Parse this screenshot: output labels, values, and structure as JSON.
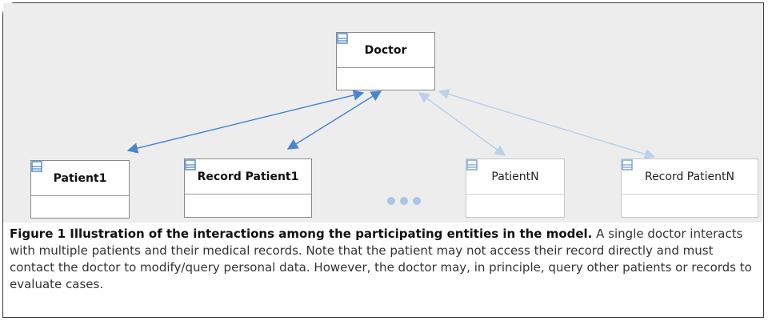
{
  "diagram": {
    "entities": {
      "doctor": "Doctor",
      "patient1": "Patient1",
      "record_patient1": "Record Patient1",
      "patientn": "PatientN",
      "record_patientn": "Record PatientN"
    },
    "colors": {
      "solid_arrow": "#4a86cc",
      "faded_arrow": "#b9d1ea",
      "dots": "#a9c6e3",
      "background": "#ededed"
    },
    "icon": "class-box-icon"
  },
  "caption": {
    "label": "Figure 1 Illustration of the interactions among the participating entities in the model.",
    "text": " A single doctor interacts with multiple patients and their medical records. Note that the patient may not access their record directly and must contact the doctor to modify/query personal data. However, the doctor may, in principle, query other patients or records to evaluate cases."
  }
}
